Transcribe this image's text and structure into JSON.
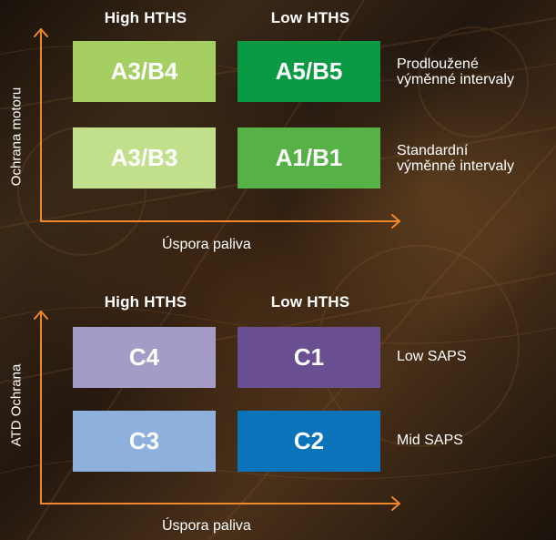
{
  "colors": {
    "axis": "#f0872a",
    "text": "#ffffff",
    "a3b4": "#a5cf62",
    "a5b5": "#0a9a44",
    "a3b3": "#c2e08c",
    "a1b1": "#56b147",
    "c4": "#a49bc6",
    "c1": "#6b4f93",
    "c3": "#8db0dc",
    "c2": "#0a73ba"
  },
  "top": {
    "col_headers": [
      "High HTHS",
      "Low HTHS"
    ],
    "y_axis_label": "Ochrana motoru",
    "x_axis_label": "Úspora paliva",
    "rows": [
      {
        "label_line1": "Prodloužené",
        "label_line2": "výměnné intervaly",
        "cells": [
          "A3/B4",
          "A5/B5"
        ]
      },
      {
        "label_line1": "Standardní",
        "label_line2": "výměnné intervaly",
        "cells": [
          "A3/B3",
          "A1/B1"
        ]
      }
    ]
  },
  "bottom": {
    "col_headers": [
      "High HTHS",
      "Low HTHS"
    ],
    "y_axis_label": "ATD Ochrana",
    "x_axis_label": "Úspora paliva",
    "rows": [
      {
        "label": "Low SAPS",
        "cells": [
          "C4",
          "C1"
        ]
      },
      {
        "label": "Mid SAPS",
        "cells": [
          "C3",
          "C2"
        ]
      }
    ]
  }
}
